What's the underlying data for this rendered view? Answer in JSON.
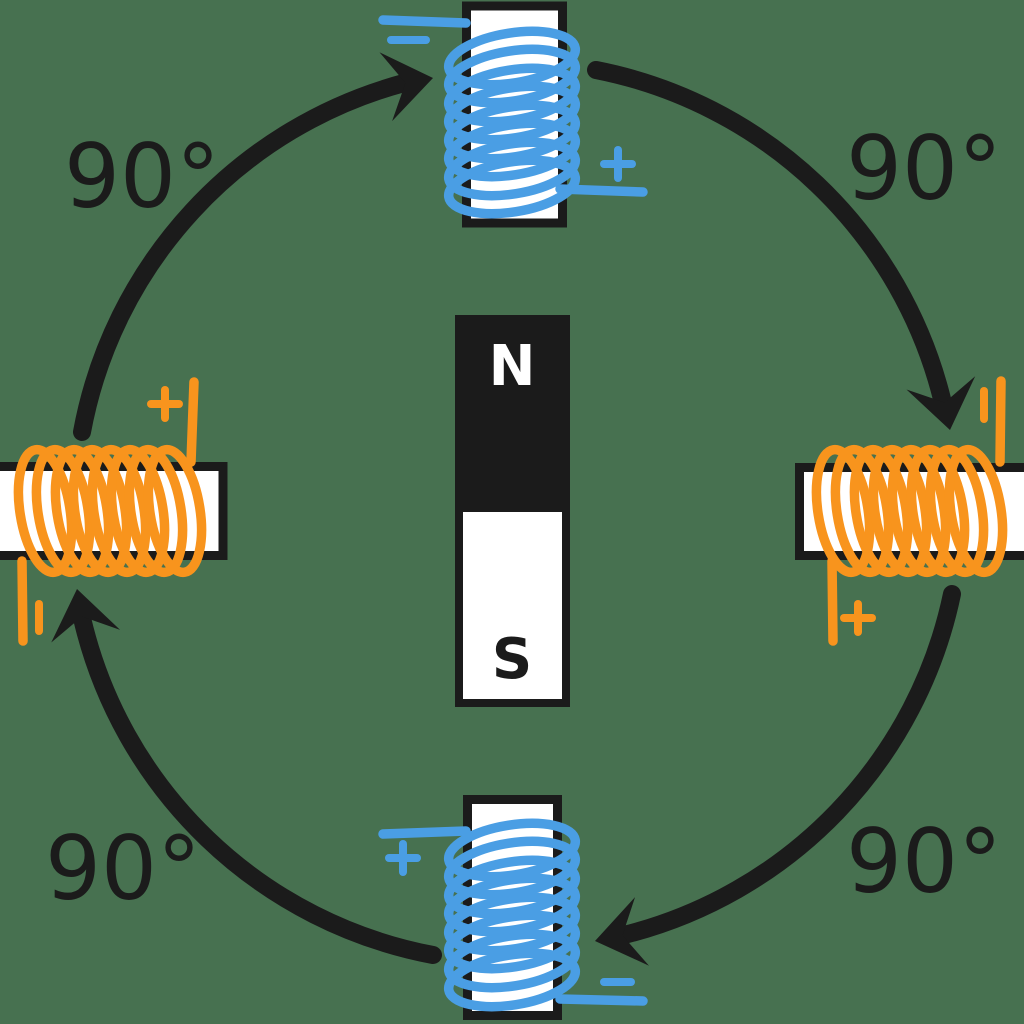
{
  "diagram": {
    "background_color": "#477150",
    "ink_color": "#1b1b1b",
    "core_color": "#ffffff",
    "blue_wire_color": "#4a9ee4",
    "orange_wire_color": "#f8941d",
    "rotation_direction": "clockwise",
    "rotation_labels": {
      "top_left": "90°",
      "top_right": "90°",
      "bottom_left": "90°",
      "bottom_right": "90°"
    },
    "magnet": {
      "north": "N",
      "south": "S"
    },
    "coils": {
      "top": {
        "wire_color": "#4a9ee4",
        "turns": 8,
        "terminals": {
          "top_left": "−",
          "bottom_right": "+"
        }
      },
      "right": {
        "wire_color": "#f8941d",
        "turns": 8,
        "terminals": {
          "top_right": "−",
          "bottom_left": "+"
        }
      },
      "bottom": {
        "wire_color": "#4a9ee4",
        "turns": 8,
        "terminals": {
          "top_left": "+",
          "bottom_right": "−"
        }
      },
      "left": {
        "wire_color": "#f8941d",
        "turns": 8,
        "terminals": {
          "top_right": "+",
          "bottom_left": "−"
        }
      }
    }
  }
}
